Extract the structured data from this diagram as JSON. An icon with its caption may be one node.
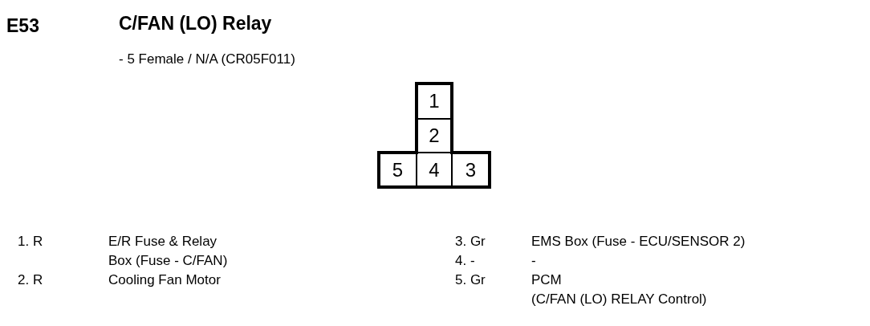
{
  "diagram": {
    "title": "C/FAN (LO) Relay",
    "nodes": [
      {
        "text": [
          "1"
        ]
      },
      {
        "text": [
          "2"
        ]
      },
      {
        "text": [
          "5"
        ]
      },
      {
        "text": [
          "4"
        ]
      },
      {
        "text": [
          "3"
        ]
      }
    ],
    "labels": [
      "E53",
      "- 5 Female / N/A (CR05F011)",
      "1. R",
      "E/R Fuse & Relay Box (Fuse - C/FAN)",
      "3. Gr",
      "EMS Box (Fuse - ECU/SENSOR 2)",
      "4. -",
      "-",
      "2. R",
      "Cooling Fan Motor",
      "5. Gr",
      "PCM (C/FAN (LO) RELAY Control)"
    ]
  }
}
